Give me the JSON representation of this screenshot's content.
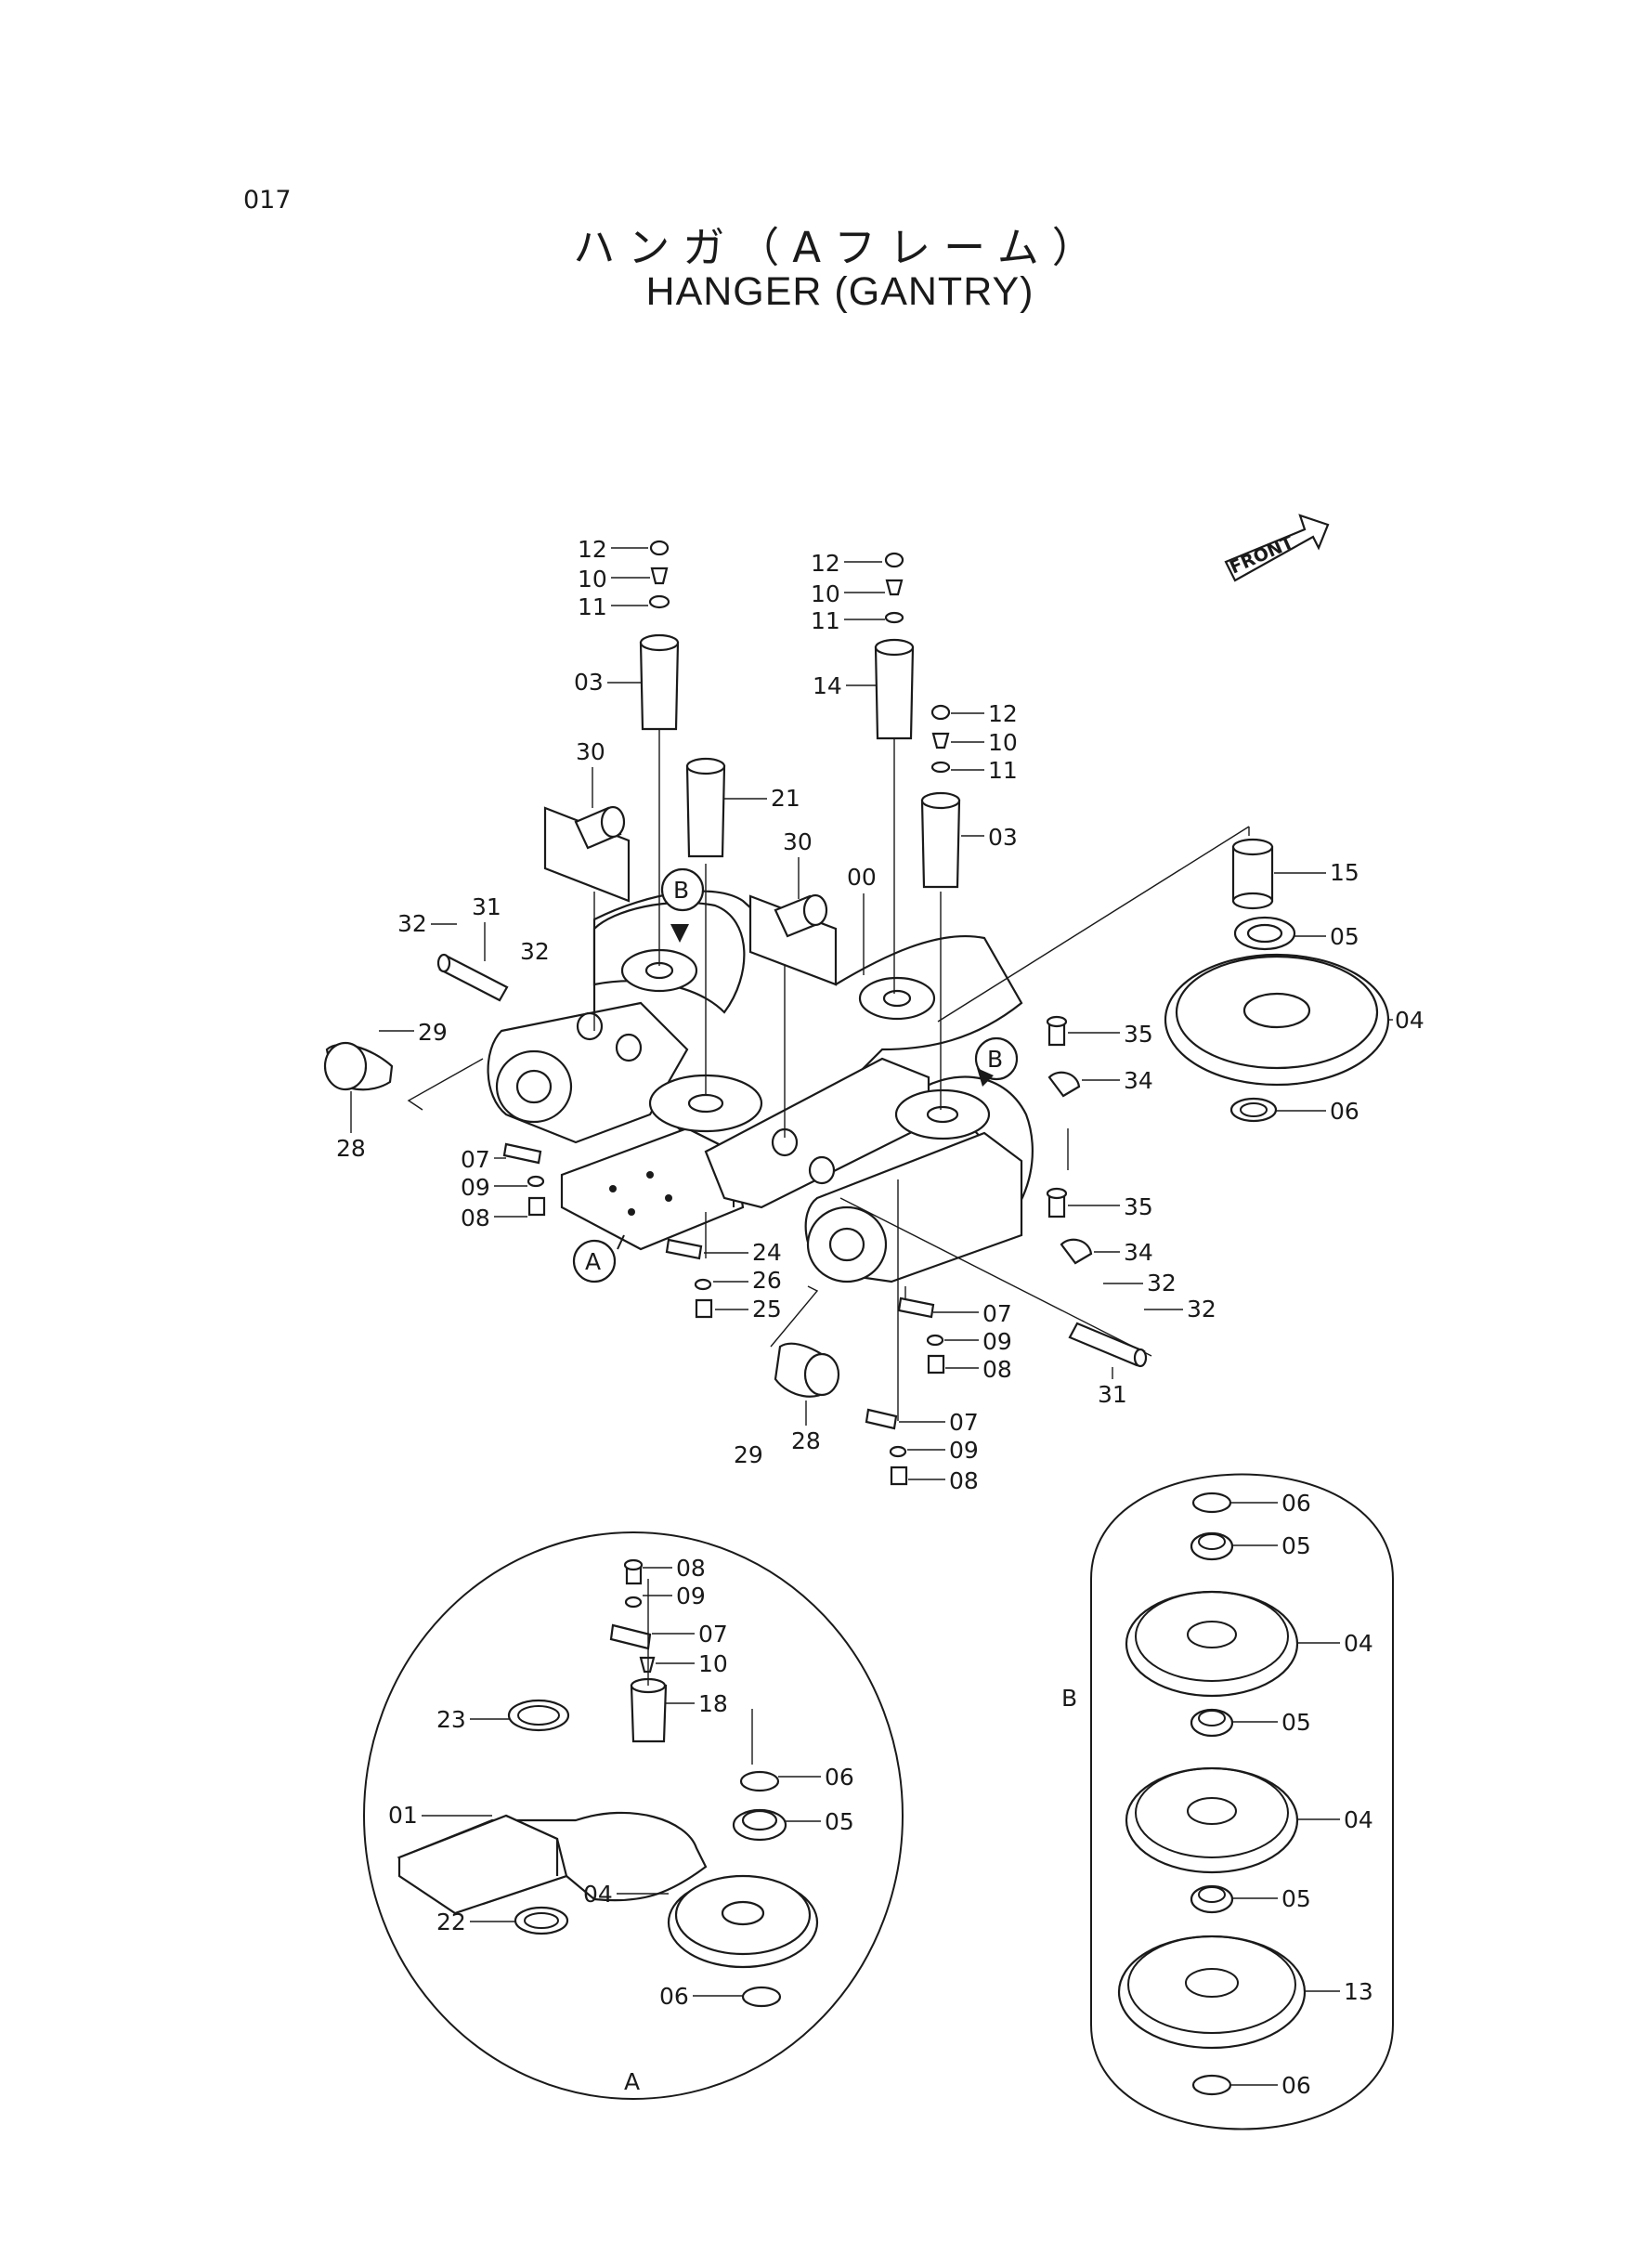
{
  "page_number": "017",
  "title_jp": "ハンガ（Aフレーム）",
  "title_en": "HANGER (GANTRY)",
  "front_label": "FRONT",
  "views": {
    "A": "A",
    "B": "B"
  },
  "callouts": {
    "c12a": "12",
    "c10a": "10",
    "c11a": "11",
    "c03a": "03",
    "c12b": "12",
    "c10b": "10",
    "c11b": "11",
    "c14": "14",
    "c12c": "12",
    "c10c": "10",
    "c11c": "11",
    "c03b": "03",
    "c30a": "30",
    "c21": "21",
    "c30b": "30",
    "c00": "00",
    "c15": "15",
    "c05a": "05",
    "c04a": "04",
    "c06a": "06",
    "c32a": "32",
    "c31a": "31",
    "c32b": "32",
    "c29a": "29",
    "c28a": "28",
    "c35a": "35",
    "c34a": "34",
    "c35b": "35",
    "c34b": "34",
    "c07a": "07",
    "c09a": "09",
    "c08a": "08",
    "c24": "24",
    "c26": "26",
    "c25": "25",
    "c32c": "32",
    "c32d": "32",
    "c31b": "31",
    "c07b": "07",
    "c09b": "09",
    "c08b": "08",
    "c29b": "29",
    "c28b": "28",
    "c07c": "07",
    "c09c": "09",
    "c08c": "08",
    "a08": "08",
    "a09": "09",
    "a07": "07",
    "a10": "10",
    "a18": "18",
    "a23": "23",
    "a06a": "06",
    "a01": "01",
    "a05": "05",
    "a04": "04",
    "a22": "22",
    "a06b": "06",
    "b06a": "06",
    "b05a": "05",
    "b04a": "04",
    "b05b": "05",
    "b04b": "04",
    "b05c": "05",
    "b13": "13",
    "b06b": "06"
  }
}
